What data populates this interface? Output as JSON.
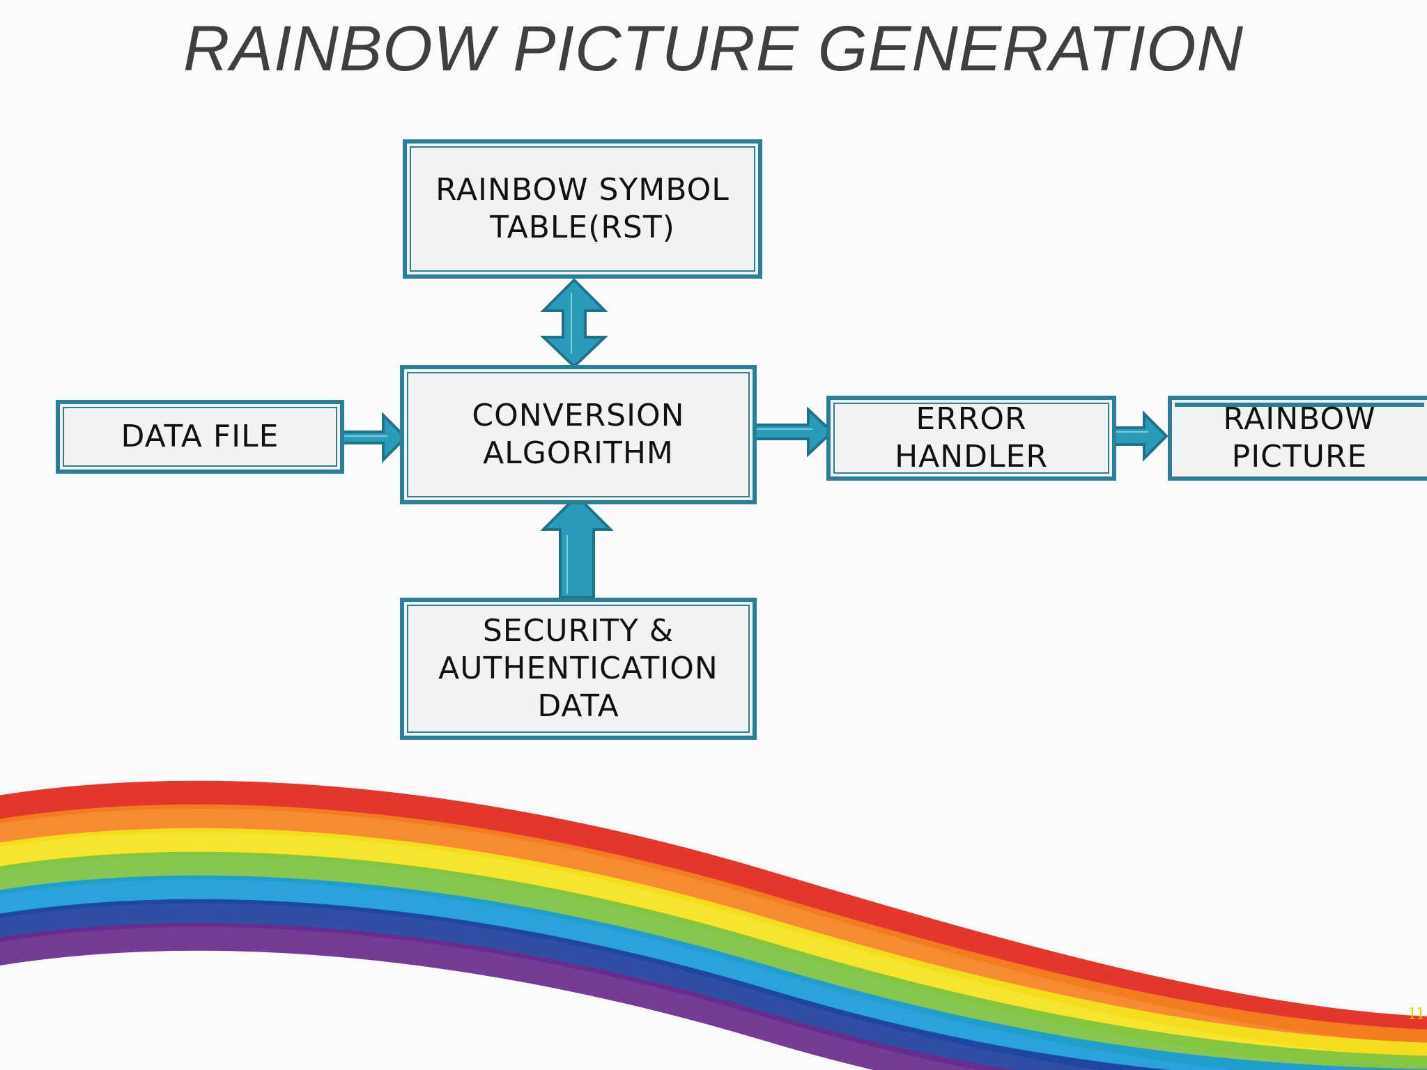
{
  "title": "RAINBOW PICTURE GENERATION",
  "page_number": "11",
  "colors": {
    "border": "#2a7f97",
    "arrow": "#2a9bb8",
    "box_fill": "#f2f2f3",
    "title": "#3f3f3f",
    "rainbow": [
      "#e1251b",
      "#f58220",
      "#f5e31c",
      "#7cc242",
      "#1a9ad7",
      "#1d3f9c",
      "#6a2a8c"
    ]
  },
  "nodes": {
    "rst": "RAINBOW SYMBOL\nTABLE(RST)",
    "conversion": "CONVERSION\nALGORITHM",
    "data_file": "DATA FILE",
    "security": "SECURITY &\nAUTHENTICATION\nDATA",
    "error_handler": "ERROR\nHANDLER",
    "rainbow_picture": "RAINBOW\nPICTURE"
  },
  "edges": [
    {
      "from": "data_file",
      "to": "conversion",
      "direction": "right"
    },
    {
      "from": "conversion",
      "to": "rst",
      "direction": "both"
    },
    {
      "from": "security",
      "to": "conversion",
      "direction": "up"
    },
    {
      "from": "conversion",
      "to": "error_handler",
      "direction": "right"
    },
    {
      "from": "error_handler",
      "to": "rainbow_picture",
      "direction": "right"
    }
  ]
}
